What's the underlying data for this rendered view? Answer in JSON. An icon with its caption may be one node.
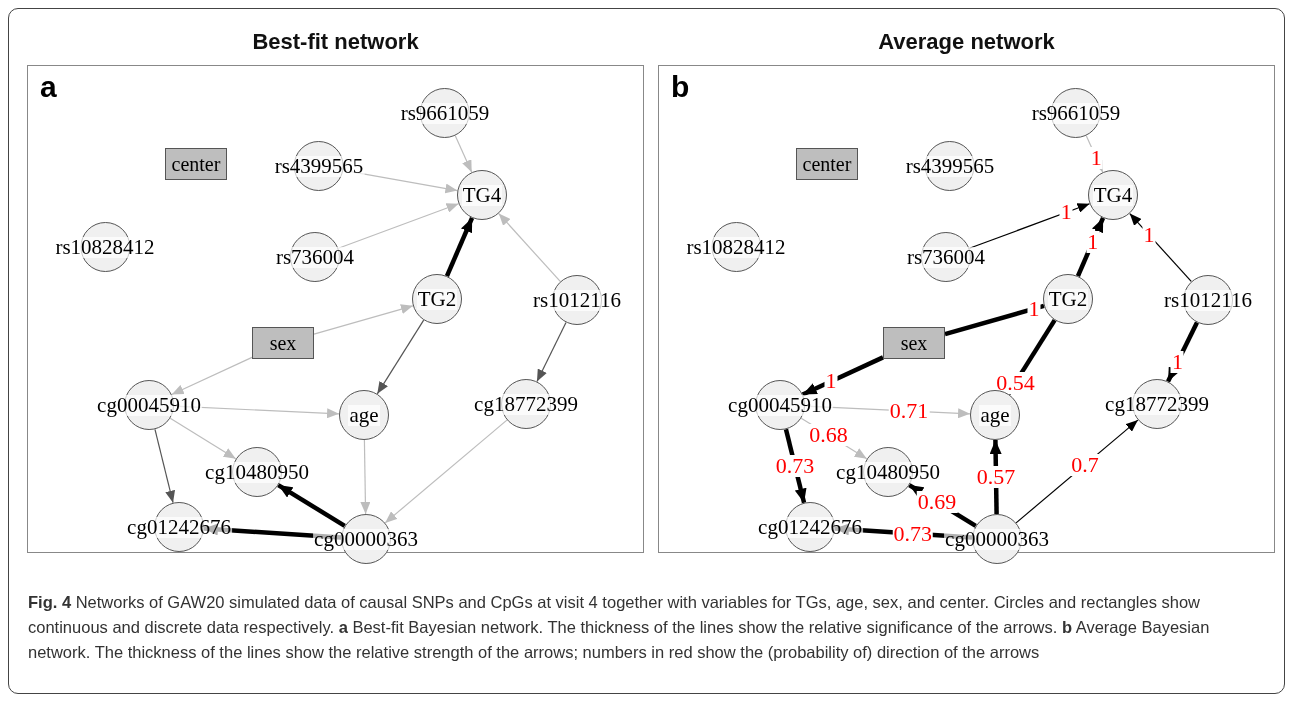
{
  "diagram": {
    "caption": "**Fig. 4** Networks of GAW20 simulated data of causal SNPs and CpGs at visit 4 together with variables for TGs, age, sex, and center. Circles and rectangles show continuous and discrete data respectively. **a** Best-fit Bayesian network. The thickness of the lines show the relative significance of the arrows. **b** Average Bayesian network. The thickness of the lines show the relative strength of the arrows; numbers in red show the (probability of) direction of the arrows",
    "nodes": [
      {
        "text": [
          "Best-fit network",
          "a"
        ]
      },
      {
        "text": [
          "rs9661059"
        ],
        "in": 0
      },
      {
        "text": [
          "center"
        ],
        "in": 0
      },
      {
        "text": [
          "rs4399565"
        ],
        "in": 0
      },
      {
        "text": [
          "TG4"
        ],
        "in": 0
      },
      {
        "text": [
          "rs10828412"
        ],
        "in": 0
      },
      {
        "text": [
          "rs736004"
        ],
        "in": 0
      },
      {
        "text": [
          "TG2"
        ],
        "in": 0
      },
      {
        "text": [
          "rs1012116"
        ],
        "in": 0
      },
      {
        "text": [
          "sex"
        ],
        "in": 0
      },
      {
        "text": [
          "cg00045910"
        ],
        "in": 0
      },
      {
        "text": [
          "age"
        ],
        "in": 0
      },
      {
        "text": [
          "cg18772399"
        ],
        "in": 0
      },
      {
        "text": [
          "cg10480950"
        ],
        "in": 0
      },
      {
        "text": [
          "cg01242676"
        ],
        "in": 0
      },
      {
        "text": [
          "cg00000363"
        ],
        "in": 0
      },
      {
        "text": [
          "Average network",
          "b"
        ]
      },
      {
        "text": [
          "rs9661059"
        ],
        "in": 16
      },
      {
        "text": [
          "center"
        ],
        "in": 16
      },
      {
        "text": [
          "rs4399565"
        ],
        "in": 16
      },
      {
        "text": [
          "TG4"
        ],
        "in": 16
      },
      {
        "text": [
          "rs10828412"
        ],
        "in": 16
      },
      {
        "text": [
          "rs736004"
        ],
        "in": 16
      },
      {
        "text": [
          "TG2"
        ],
        "in": 16
      },
      {
        "text": [
          "rs1012116"
        ],
        "in": 16
      },
      {
        "text": [
          "sex"
        ],
        "in": 16
      },
      {
        "text": [
          "cg00045910"
        ],
        "in": 16
      },
      {
        "text": [
          "age"
        ],
        "in": 16
      },
      {
        "text": [
          "cg18772399"
        ],
        "in": 16
      },
      {
        "text": [
          "cg10480950"
        ],
        "in": 16
      },
      {
        "text": [
          "cg01242676"
        ],
        "in": 16
      },
      {
        "text": [
          "cg00000363"
        ],
        "in": 16
      }
    ],
    "edges": [
      {
        "from": 1,
        "to": 4,
        "arrow": "to",
        "color": "#bdbdbd"
      },
      {
        "from": 3,
        "to": 4,
        "arrow": "to",
        "color": "#bdbdbd"
      },
      {
        "from": 6,
        "to": 4,
        "arrow": "to",
        "color": "#bdbdbd"
      },
      {
        "from": 7,
        "to": 4,
        "arrow": "to",
        "style": "thick"
      },
      {
        "from": 8,
        "to": 4,
        "arrow": "to",
        "color": "#bdbdbd"
      },
      {
        "from": 9,
        "to": 7,
        "arrow": "to",
        "color": "#bdbdbd"
      },
      {
        "from": 7,
        "to": 11,
        "arrow": "to",
        "color": "#555555"
      },
      {
        "from": 8,
        "to": 12,
        "arrow": "to",
        "color": "#555555"
      },
      {
        "from": 9,
        "to": 10,
        "arrow": "to",
        "color": "#bdbdbd"
      },
      {
        "from": 10,
        "to": 11,
        "arrow": "to",
        "color": "#bdbdbd"
      },
      {
        "from": 10,
        "to": 13,
        "arrow": "to",
        "color": "#bdbdbd"
      },
      {
        "from": 10,
        "to": 14,
        "arrow": "to",
        "color": "#555555"
      },
      {
        "from": 11,
        "to": 15,
        "arrow": "to",
        "color": "#bdbdbd"
      },
      {
        "from": 12,
        "to": 15,
        "arrow": "to",
        "color": "#bdbdbd"
      },
      {
        "from": 15,
        "to": 13,
        "arrow": "to",
        "style": "thick"
      },
      {
        "from": 15,
        "to": 14,
        "arrow": "to",
        "style": "thick"
      },
      {
        "from": 17,
        "to": 20,
        "arrow": "to",
        "label": "1",
        "color": "#bdbdbd"
      },
      {
        "from": 22,
        "to": 20,
        "arrow": "to",
        "label": "1"
      },
      {
        "from": 23,
        "to": 20,
        "arrow": "to",
        "label": "1",
        "style": "thick"
      },
      {
        "from": 24,
        "to": 20,
        "arrow": "to",
        "label": "1"
      },
      {
        "from": 25,
        "to": 23,
        "arrow": "to",
        "label": "1",
        "style": "thick"
      },
      {
        "from": 23,
        "to": 27,
        "arrow": "to",
        "label": "0.54",
        "style": "thick"
      },
      {
        "from": 24,
        "to": 28,
        "arrow": "to",
        "label": "1",
        "style": "thick"
      },
      {
        "from": 25,
        "to": 26,
        "arrow": "to",
        "label": "1",
        "style": "thick"
      },
      {
        "from": 26,
        "to": 27,
        "arrow": "to",
        "label": "0.71",
        "color": "#bdbdbd"
      },
      {
        "from": 26,
        "to": 29,
        "arrow": "to",
        "label": "0.68",
        "color": "#bdbdbd"
      },
      {
        "from": 26,
        "to": 30,
        "arrow": "to",
        "label": "0.73",
        "style": "thick"
      },
      {
        "from": 31,
        "to": 27,
        "arrow": "to",
        "label": "0.57",
        "style": "thick"
      },
      {
        "from": 31,
        "to": 28,
        "arrow": "to",
        "label": "0.7"
      },
      {
        "from": 31,
        "to": 29,
        "arrow": "to",
        "label": "0.69",
        "style": "thick"
      },
      {
        "from": 31,
        "to": 30,
        "arrow": "to",
        "label": "0.73",
        "style": "thick"
      }
    ]
  }
}
